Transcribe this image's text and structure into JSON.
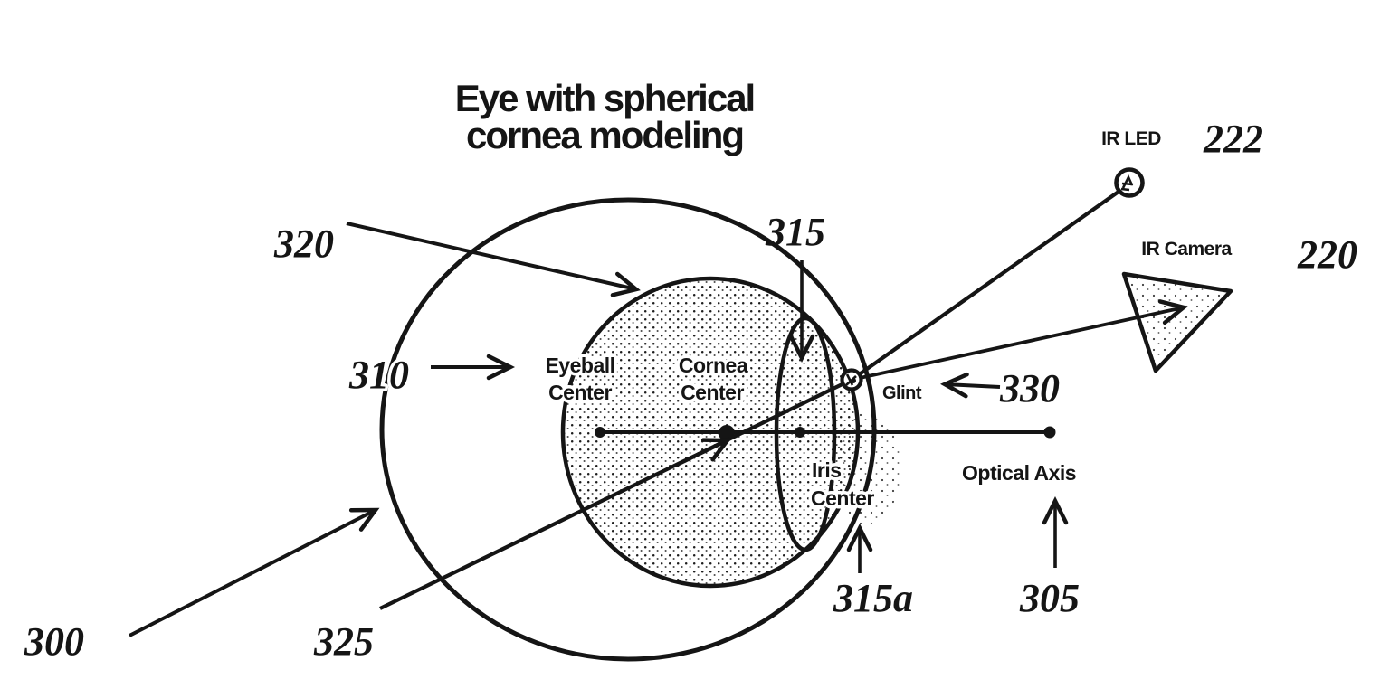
{
  "title": {
    "line1": "Eye with spherical",
    "line2": "cornea modeling"
  },
  "parts": {
    "eyeball_center": {
      "line1": "Eyeball",
      "line2": "Center",
      "ref": "310"
    },
    "cornea_center": {
      "line1": "Cornea",
      "line2": "Center"
    },
    "iris_center": {
      "line1": "Iris",
      "line2": "Center",
      "ref": "315a"
    },
    "optical_axis": {
      "label": "Optical Axis",
      "ref": "305"
    },
    "glint": {
      "label": "Glint",
      "ref": "330"
    },
    "ir_led": {
      "label": "IR LED",
      "ref": "222"
    },
    "ir_camera": {
      "label": "IR Camera",
      "ref": "220"
    },
    "eye": {
      "ref": "300"
    },
    "cornea_sphere": {
      "ref": "320"
    },
    "cornea_surface": {
      "ref": "315"
    },
    "visual_axis": {
      "ref": "325"
    }
  },
  "colors": {
    "ink": "#151515",
    "background": "#ffffff"
  }
}
